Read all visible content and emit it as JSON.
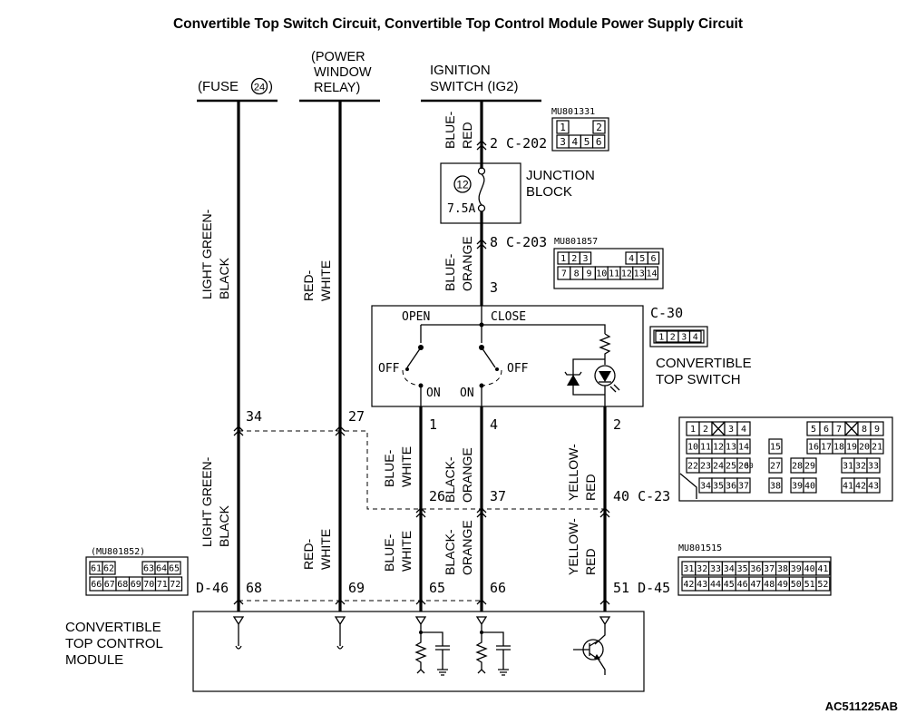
{
  "title": "Convertible Top Switch Circuit, Convertible Top Control Module Power Supply Circuit",
  "figure_id": "AC511225AB",
  "sources": {
    "fuse_prefix": "(FUSE",
    "fuse_num": "24",
    "fuse_suffix": ")",
    "relay_line1": "(POWER",
    "relay_line2": "WINDOW",
    "relay_line3": "RELAY)",
    "ign_line1": "IGNITION",
    "ign_line2": "SWITCH (IG2)"
  },
  "wires": {
    "light_green_black_1": "LIGHT GREEN-",
    "light_green_black_2": "BLACK",
    "red_white_1": "RED-",
    "red_white_2": "WHITE",
    "blue_red_1": "BLUE-",
    "blue_red_2": "RED",
    "blue_orange_1": "BLUE-",
    "blue_orange_2": "ORANGE",
    "blue_white_1": "BLUE-",
    "blue_white_2": "WHITE",
    "black_orange_1": "BLACK-",
    "black_orange_2": "ORANGE",
    "yellow_red_1": "YELLOW-",
    "yellow_red_2": "RED"
  },
  "pins": {
    "c202": "2 C-202",
    "c203": "8 C-203",
    "jb_in": "3",
    "p34": "34",
    "p27": "27",
    "p1": "1",
    "p4": "4",
    "p2": "2",
    "p26": "26",
    "p37": "37",
    "p40": "40 C-23",
    "d46": "D-46",
    "p68": "68",
    "p69": "69",
    "p65": "65",
    "p66": "66",
    "p51": "51 D-45"
  },
  "junction_block": {
    "fuse_number": "12",
    "rating": "7.5A",
    "label1": "JUNCTION",
    "label2": "BLOCK"
  },
  "switch": {
    "connector": "C-30",
    "label1": "CONVERTIBLE",
    "label2": "TOP SWITCH",
    "open": "OPEN",
    "close": "CLOSE",
    "off_left": "OFF",
    "off_right": "OFF",
    "on_left": "ON",
    "on_right": "ON",
    "pins": [
      "1",
      "2",
      "3",
      "4"
    ]
  },
  "module": {
    "label1": "CONVERTIBLE",
    "label2": "TOP CONTROL",
    "label3": "MODULE"
  },
  "connectors": {
    "mu801331": {
      "part": "MU801331",
      "row1": [
        "1",
        "",
        "2"
      ],
      "row2": [
        "3",
        "4",
        "5",
        "6"
      ]
    },
    "mu801857": {
      "part": "MU801857",
      "row1": [
        "1",
        "2",
        "3",
        "",
        "",
        "",
        "4",
        "5",
        "6"
      ],
      "row2": [
        "7",
        "8",
        "9",
        "10",
        "11",
        "12",
        "13",
        "14"
      ]
    },
    "c23": {
      "row1": [
        "1",
        "2",
        "",
        "3",
        "4",
        "5",
        "6",
        "7",
        "",
        "8",
        "9"
      ],
      "row2": [
        "10",
        "11",
        "12",
        "13",
        "14",
        "15",
        "16",
        "17",
        "18",
        "19",
        "20",
        "21"
      ],
      "row3": [
        "22",
        "23",
        "24",
        "25",
        "26",
        "27",
        "28",
        "29",
        "31",
        "32",
        "33"
      ],
      "row3_extra": "30",
      "row4": [
        "34",
        "35",
        "36",
        "37",
        "38",
        "39",
        "40",
        "41",
        "42",
        "43"
      ]
    },
    "mu801852": {
      "part": "(MU801852)",
      "row1": [
        "61",
        "62",
        "",
        "63",
        "64",
        "65"
      ],
      "row2": [
        "66",
        "67",
        "68",
        "69",
        "70",
        "71",
        "72"
      ]
    },
    "mu801515": {
      "part": "MU801515",
      "row1": [
        "31",
        "32",
        "33",
        "34",
        "35",
        "36",
        "37",
        "38",
        "39",
        "40",
        "41"
      ],
      "row2": [
        "42",
        "43",
        "44",
        "45",
        "46",
        "47",
        "48",
        "49",
        "50",
        "51",
        "52"
      ]
    }
  }
}
